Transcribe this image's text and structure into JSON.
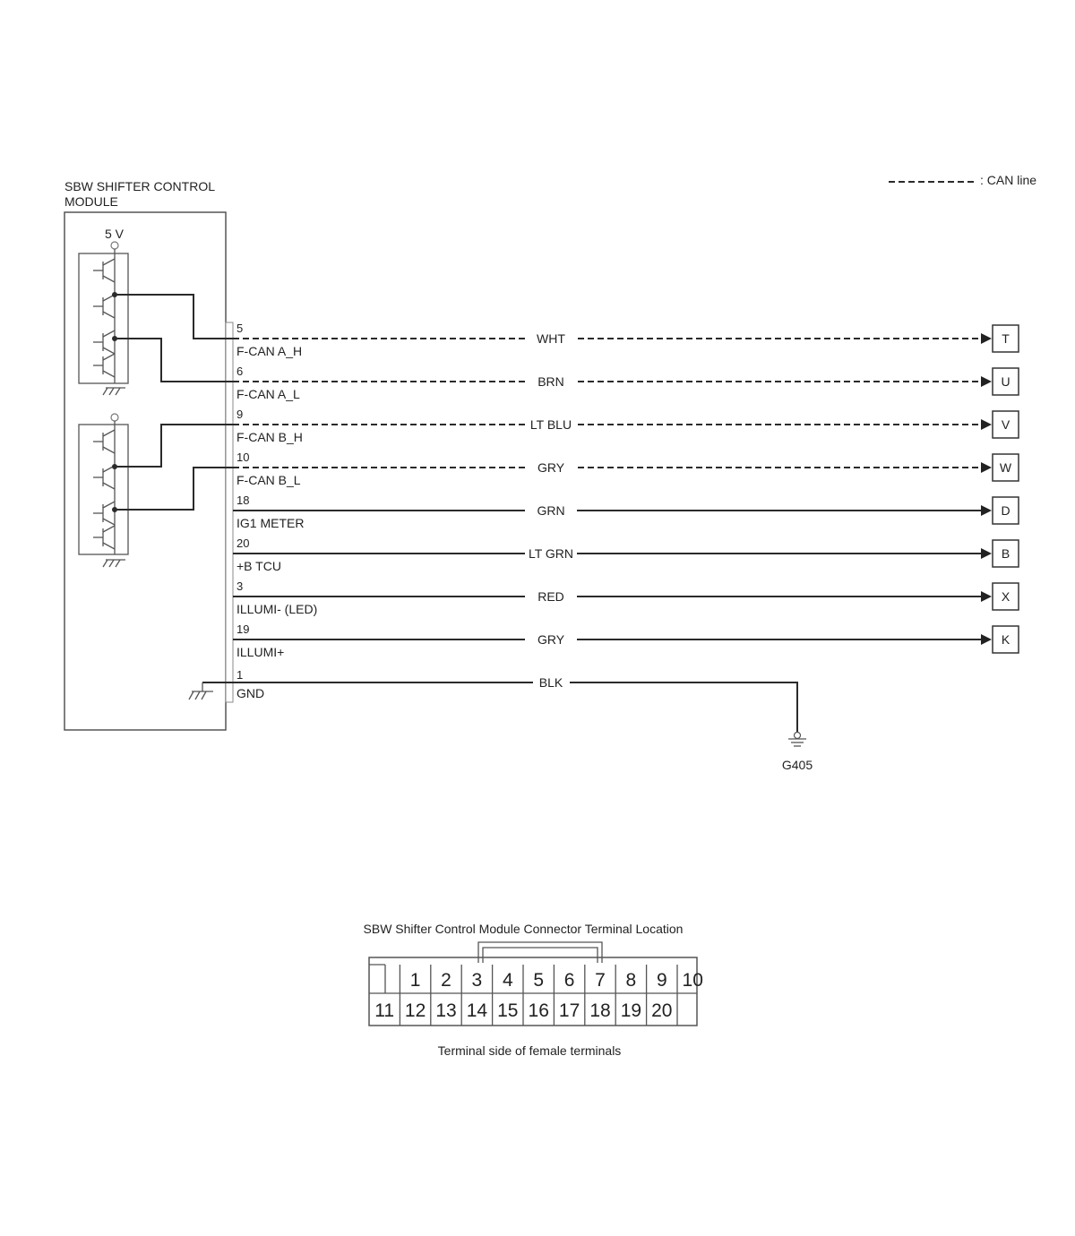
{
  "legend": {
    "label": ": CAN line"
  },
  "module": {
    "title_line1": "SBW SHIFTER CONTROL",
    "title_line2": "MODULE",
    "supply": "5 V"
  },
  "wires": [
    {
      "pin": "5",
      "signal": "F-CAN A_H",
      "color": "WHT",
      "dest": "T",
      "can": true
    },
    {
      "pin": "6",
      "signal": "F-CAN A_L",
      "color": "BRN",
      "dest": "U",
      "can": true
    },
    {
      "pin": "9",
      "signal": "F-CAN B_H",
      "color": "LT BLU",
      "dest": "V",
      "can": true
    },
    {
      "pin": "10",
      "signal": "F-CAN B_L",
      "color": "GRY",
      "dest": "W",
      "can": true
    },
    {
      "pin": "18",
      "signal": "IG1 METER",
      "color": "GRN",
      "dest": "D",
      "can": false
    },
    {
      "pin": "20",
      "signal": "+B TCU",
      "color": "LT GRN",
      "dest": "B",
      "can": false
    },
    {
      "pin": "3",
      "signal": "ILLUMI- (LED)",
      "color": "RED",
      "dest": "X",
      "can": false
    },
    {
      "pin": "19",
      "signal": "ILLUMI+",
      "color": "GRY",
      "dest": "K",
      "can": false
    }
  ],
  "ground_wire": {
    "pin": "1",
    "signal": "GND",
    "color": "BLK",
    "ground": "G405"
  },
  "connector": {
    "title": "SBW Shifter Control Module Connector Terminal Location",
    "row1": [
      "",
      "1",
      "2",
      "3",
      "4",
      "5",
      "6",
      "7",
      "8",
      "9",
      "10"
    ],
    "row2": [
      "11",
      "12",
      "13",
      "14",
      "15",
      "16",
      "17",
      "18",
      "19",
      "20",
      ""
    ],
    "caption": "Terminal side of female terminals"
  }
}
